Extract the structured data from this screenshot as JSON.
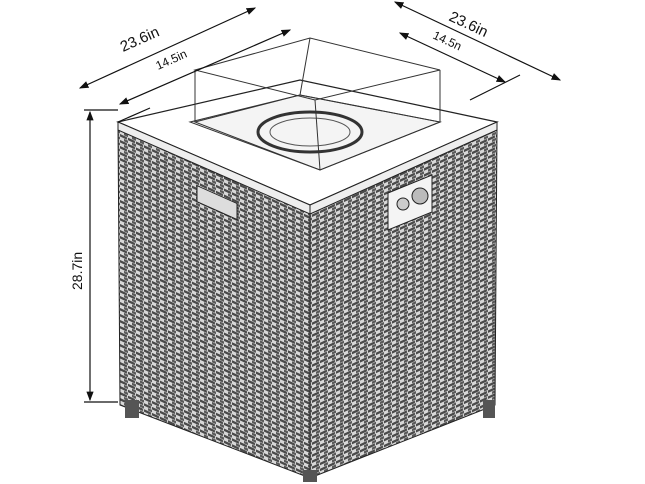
{
  "dimensions": {
    "top_left_outer": "23.6in",
    "top_left_inner": "14.5in",
    "top_right_outer": "23.6in",
    "top_right_inner": "14.5n",
    "height": "28.7in"
  },
  "colors": {
    "line": "#222222",
    "wicker": "#6f6f6f",
    "background": "#ffffff"
  }
}
